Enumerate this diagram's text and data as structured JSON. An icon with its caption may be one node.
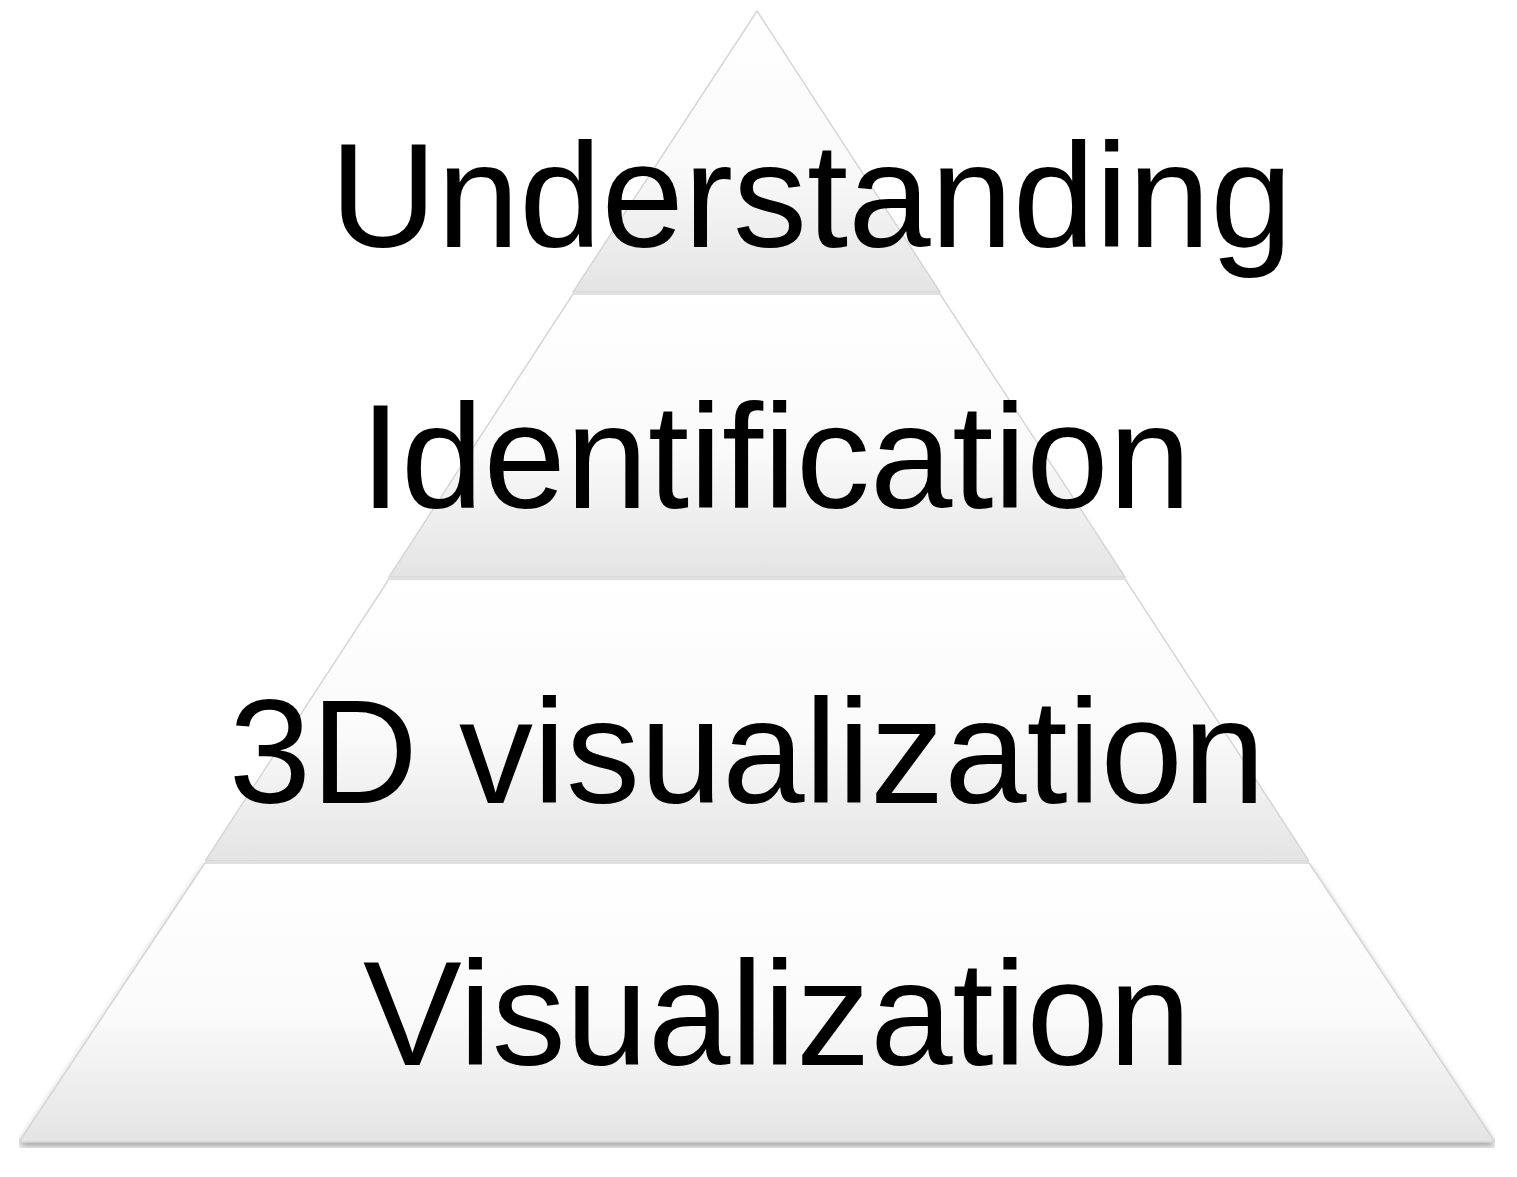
{
  "diagram": {
    "nodes": [
      {
        "text": [
          "Understanding"
        ]
      },
      {
        "text": [
          "Identification"
        ]
      },
      {
        "text": [
          "3D visualization"
        ]
      },
      {
        "text": [
          "Visualization"
        ]
      }
    ],
    "edges": []
  }
}
